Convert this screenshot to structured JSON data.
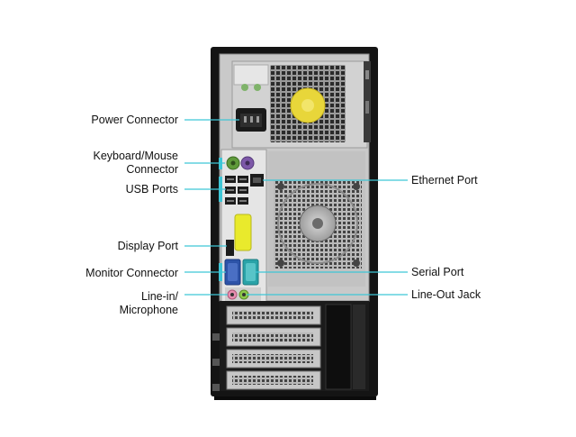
{
  "diagram": {
    "accent_color": "#3ec6d6",
    "labels_left": {
      "power_connector": "Power Connector",
      "keyboard_mouse_line1": "Keyboard/Mouse",
      "keyboard_mouse_line2": "Connector",
      "usb_ports": "USB Ports",
      "display_port": "Display Port",
      "monitor_connector": "Monitor Connector",
      "line_in_line1": "Line-in/",
      "line_in_line2": "Microphone"
    },
    "labels_right": {
      "ethernet_port": "Ethernet Port",
      "serial_port": "Serial Port",
      "line_out_jack": "Line-Out Jack"
    }
  }
}
